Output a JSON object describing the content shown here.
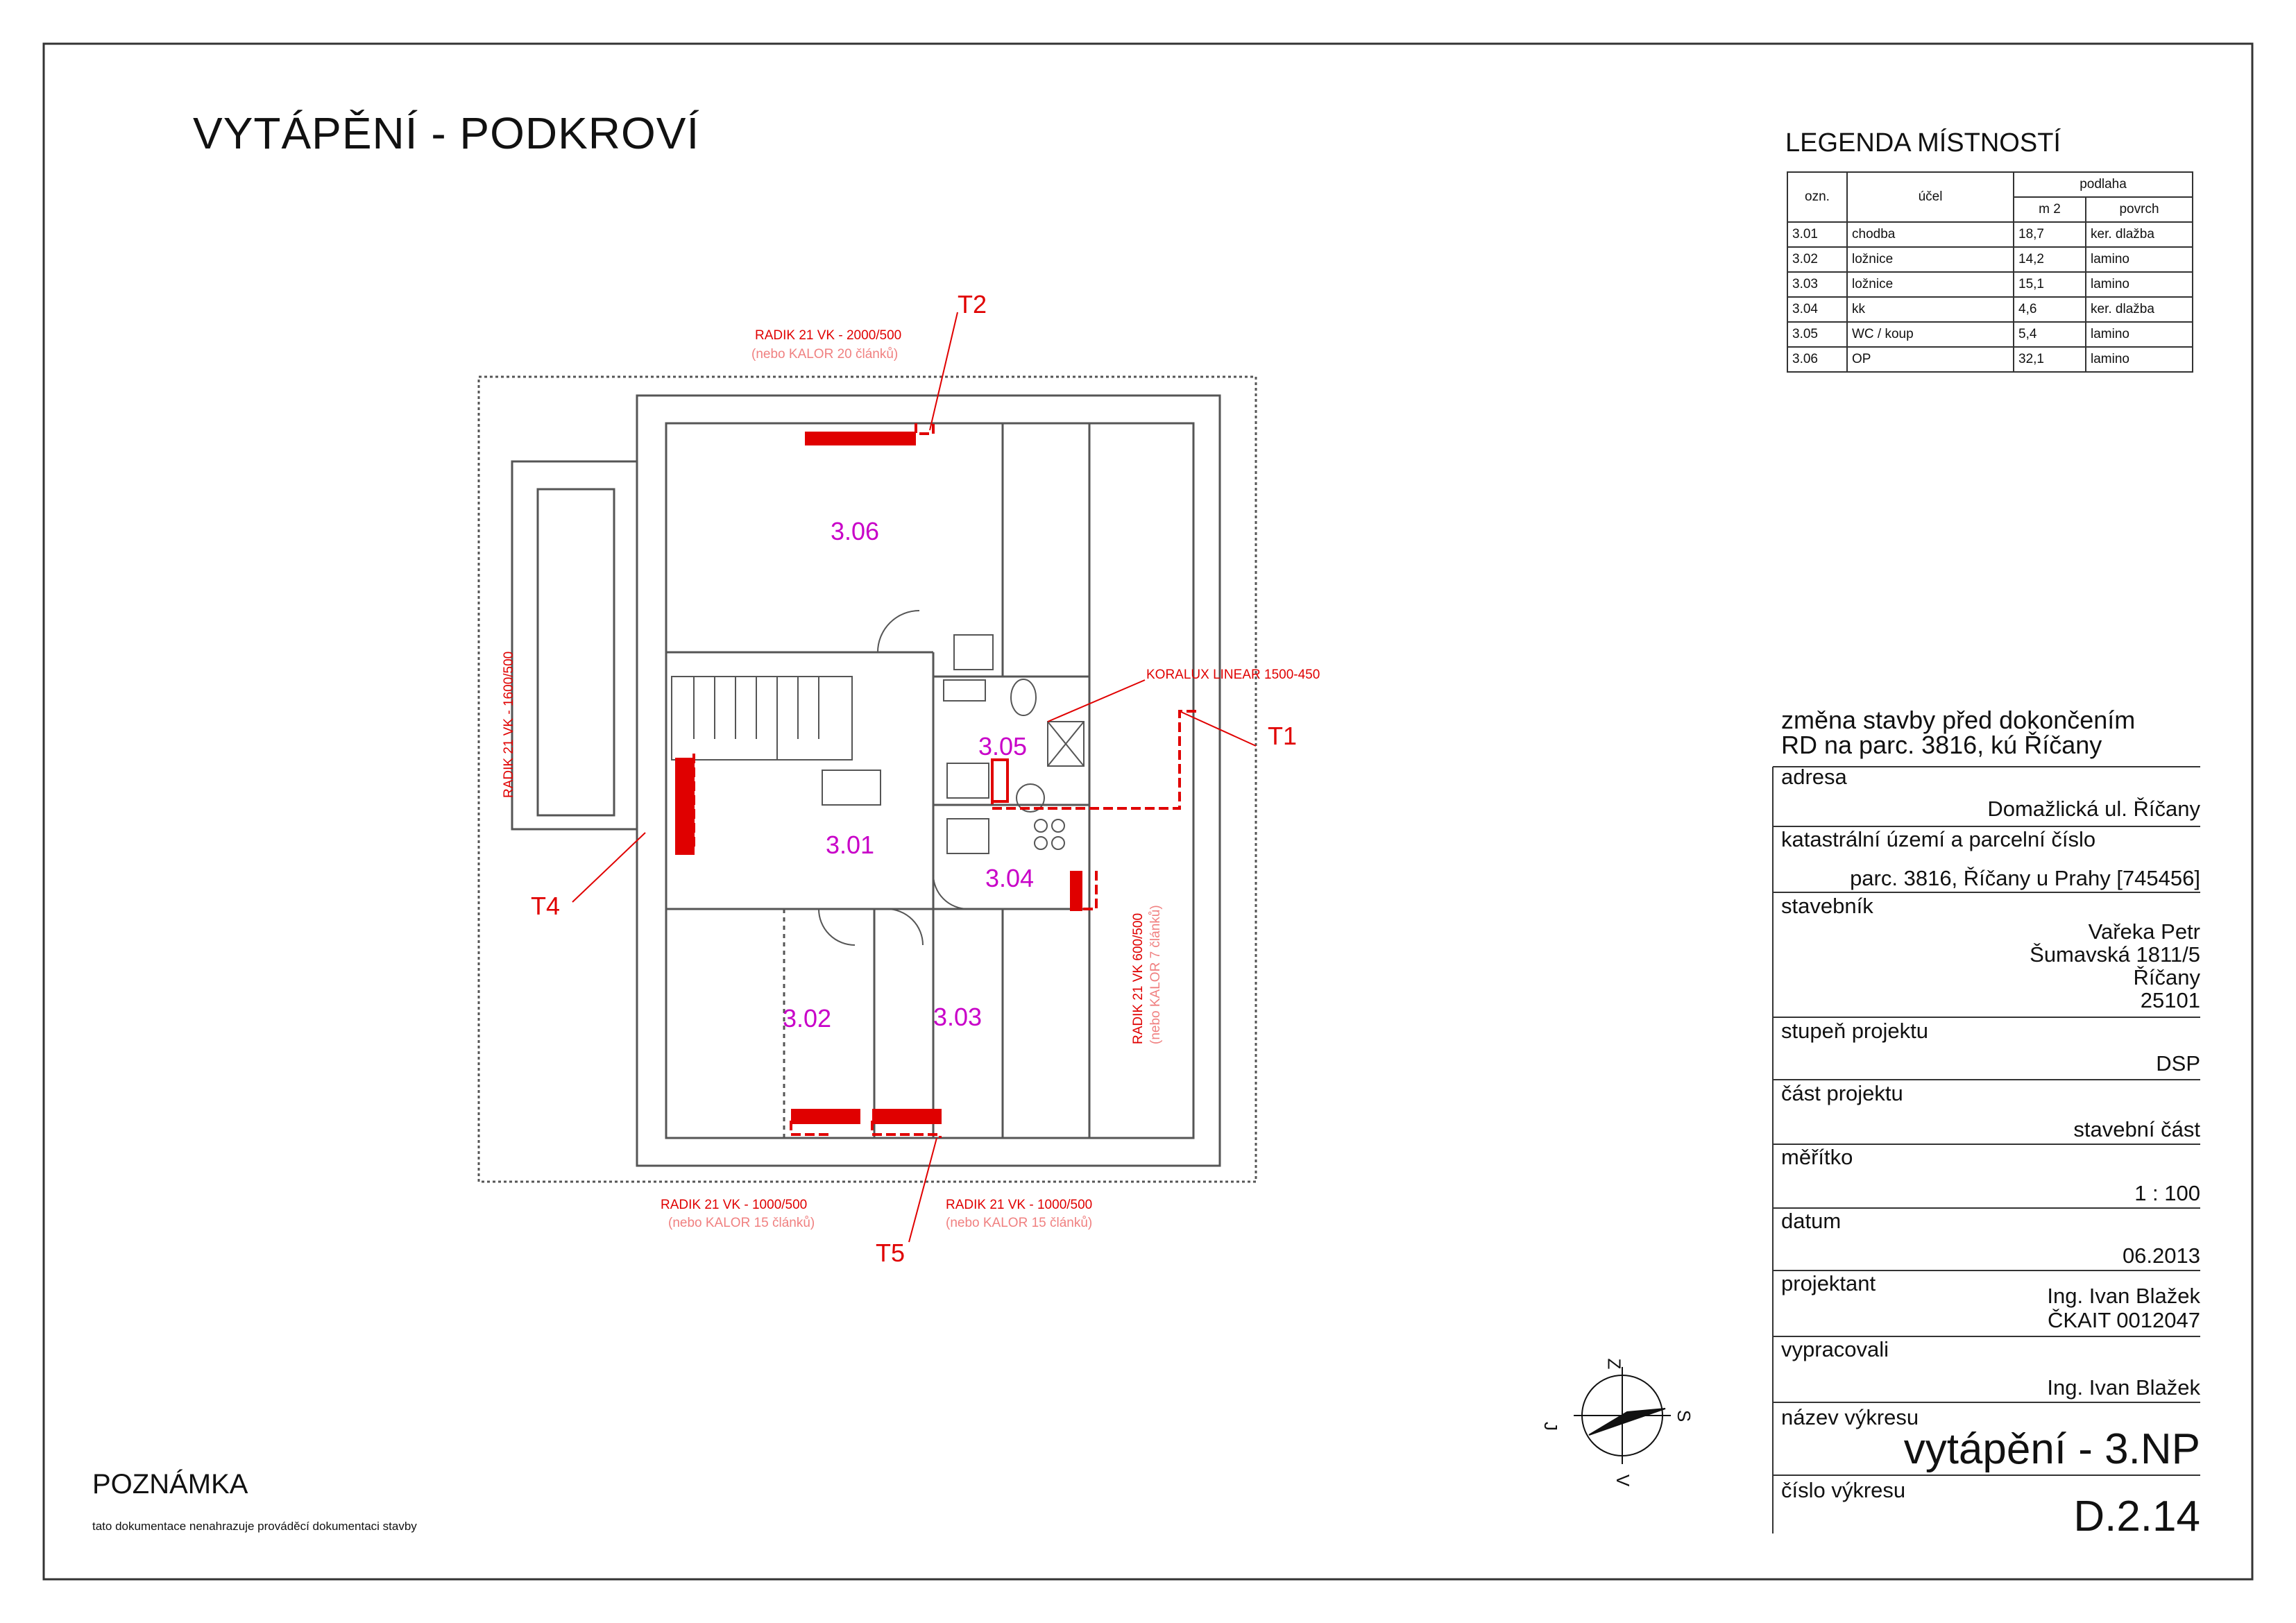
{
  "title": "VYTÁPĚNÍ - PODKROVÍ",
  "legend": {
    "title": "LEGENDA MÍSTNOSTÍ",
    "header": {
      "ozn": "ozn.",
      "ucel": "účel",
      "podlaha": "podlaha",
      "m2": "m 2",
      "povrch": "povrch"
    },
    "rows": [
      {
        "ozn": "3.01",
        "ucel": "chodba",
        "m2": "18,7",
        "povrch": "ker. dlažba"
      },
      {
        "ozn": "3.02",
        "ucel": "ložnice",
        "m2": "14,2",
        "povrch": "lamino"
      },
      {
        "ozn": "3.03",
        "ucel": "ložnice",
        "m2": "15,1",
        "povrch": "lamino"
      },
      {
        "ozn": "3.04",
        "ucel": "kk",
        "m2": "4,6",
        "povrch": "ker. dlažba"
      },
      {
        "ozn": "3.05",
        "ucel": "WC / koup",
        "m2": "5,4",
        "povrch": "lamino"
      },
      {
        "ozn": "3.06",
        "ucel": "OP",
        "m2": "32,1",
        "povrch": "lamino"
      }
    ]
  },
  "rooms": {
    "r301": "3.01",
    "r302": "3.02",
    "r303": "3.03",
    "r304": "3.04",
    "r305": "3.05",
    "r306": "3.06"
  },
  "radiators": {
    "t1": {
      "tag": "T1",
      "label": "KORALUX LINEAR 1500-450"
    },
    "t2": {
      "tag": "T2",
      "label": "RADIK 21 VK - 2000/500",
      "alt": "(nebo KALOR  20  článků)"
    },
    "t3": {
      "label": "RADIK 21 VK 600/500",
      "alt": "(nebo KALOR  7  článků)"
    },
    "t4": {
      "tag": "T4",
      "label": "RADIK 21 VK - 1600/500"
    },
    "t5": {
      "tag": "T5",
      "label": "RADIK 21 VK - 1000/500",
      "alt": "(nebo KALOR  15  článků)"
    },
    "t6": {
      "label": "RADIK 21 VK - 1000/500",
      "alt": "(nebo KALOR  15  článků)"
    }
  },
  "note": {
    "title": "POZNÁMKA",
    "text": "tato dokumentace nenahrazuje prováděcí dokumentaci stavby"
  },
  "compass": {
    "n": "Z",
    "e": "S",
    "s": "V",
    "w": "J"
  },
  "titleblock": {
    "heading1": "změna stavby před dokončením",
    "heading2": "RD  na parc. 3816, kú Říčany",
    "adresa_label": "adresa",
    "adresa": "Domažlická ul. Říčany",
    "katastr_label": "katastrální území a parcelní číslo",
    "katastr": "parc. 3816, Říčany u Prahy [745456]",
    "stavebnik_label": "stavebník",
    "stavebnik1": "Vařeka Petr",
    "stavebnik2": "Šumavská 1811/5",
    "stavebnik3": "Říčany",
    "stavebnik4": "25101",
    "stupen_label": "stupeň projektu",
    "stupen": "DSP",
    "cast_label": "část projektu",
    "cast": "stavební část",
    "meritko_label": "měřítko",
    "meritko": "1 : 100",
    "datum_label": "datum",
    "datum": "06.2013",
    "projektant_label": "projektant",
    "projektant1": "Ing. Ivan Blažek",
    "projektant2": "ČKAIT 0012047",
    "vypracovali_label": "vypracovali",
    "vypracovali": "Ing. Ivan Blažek",
    "nazev_label": "název výkresu",
    "nazev": "vytápění - 3.NP",
    "cislo_label": "číslo výkresu",
    "cislo": "D.2.14"
  }
}
